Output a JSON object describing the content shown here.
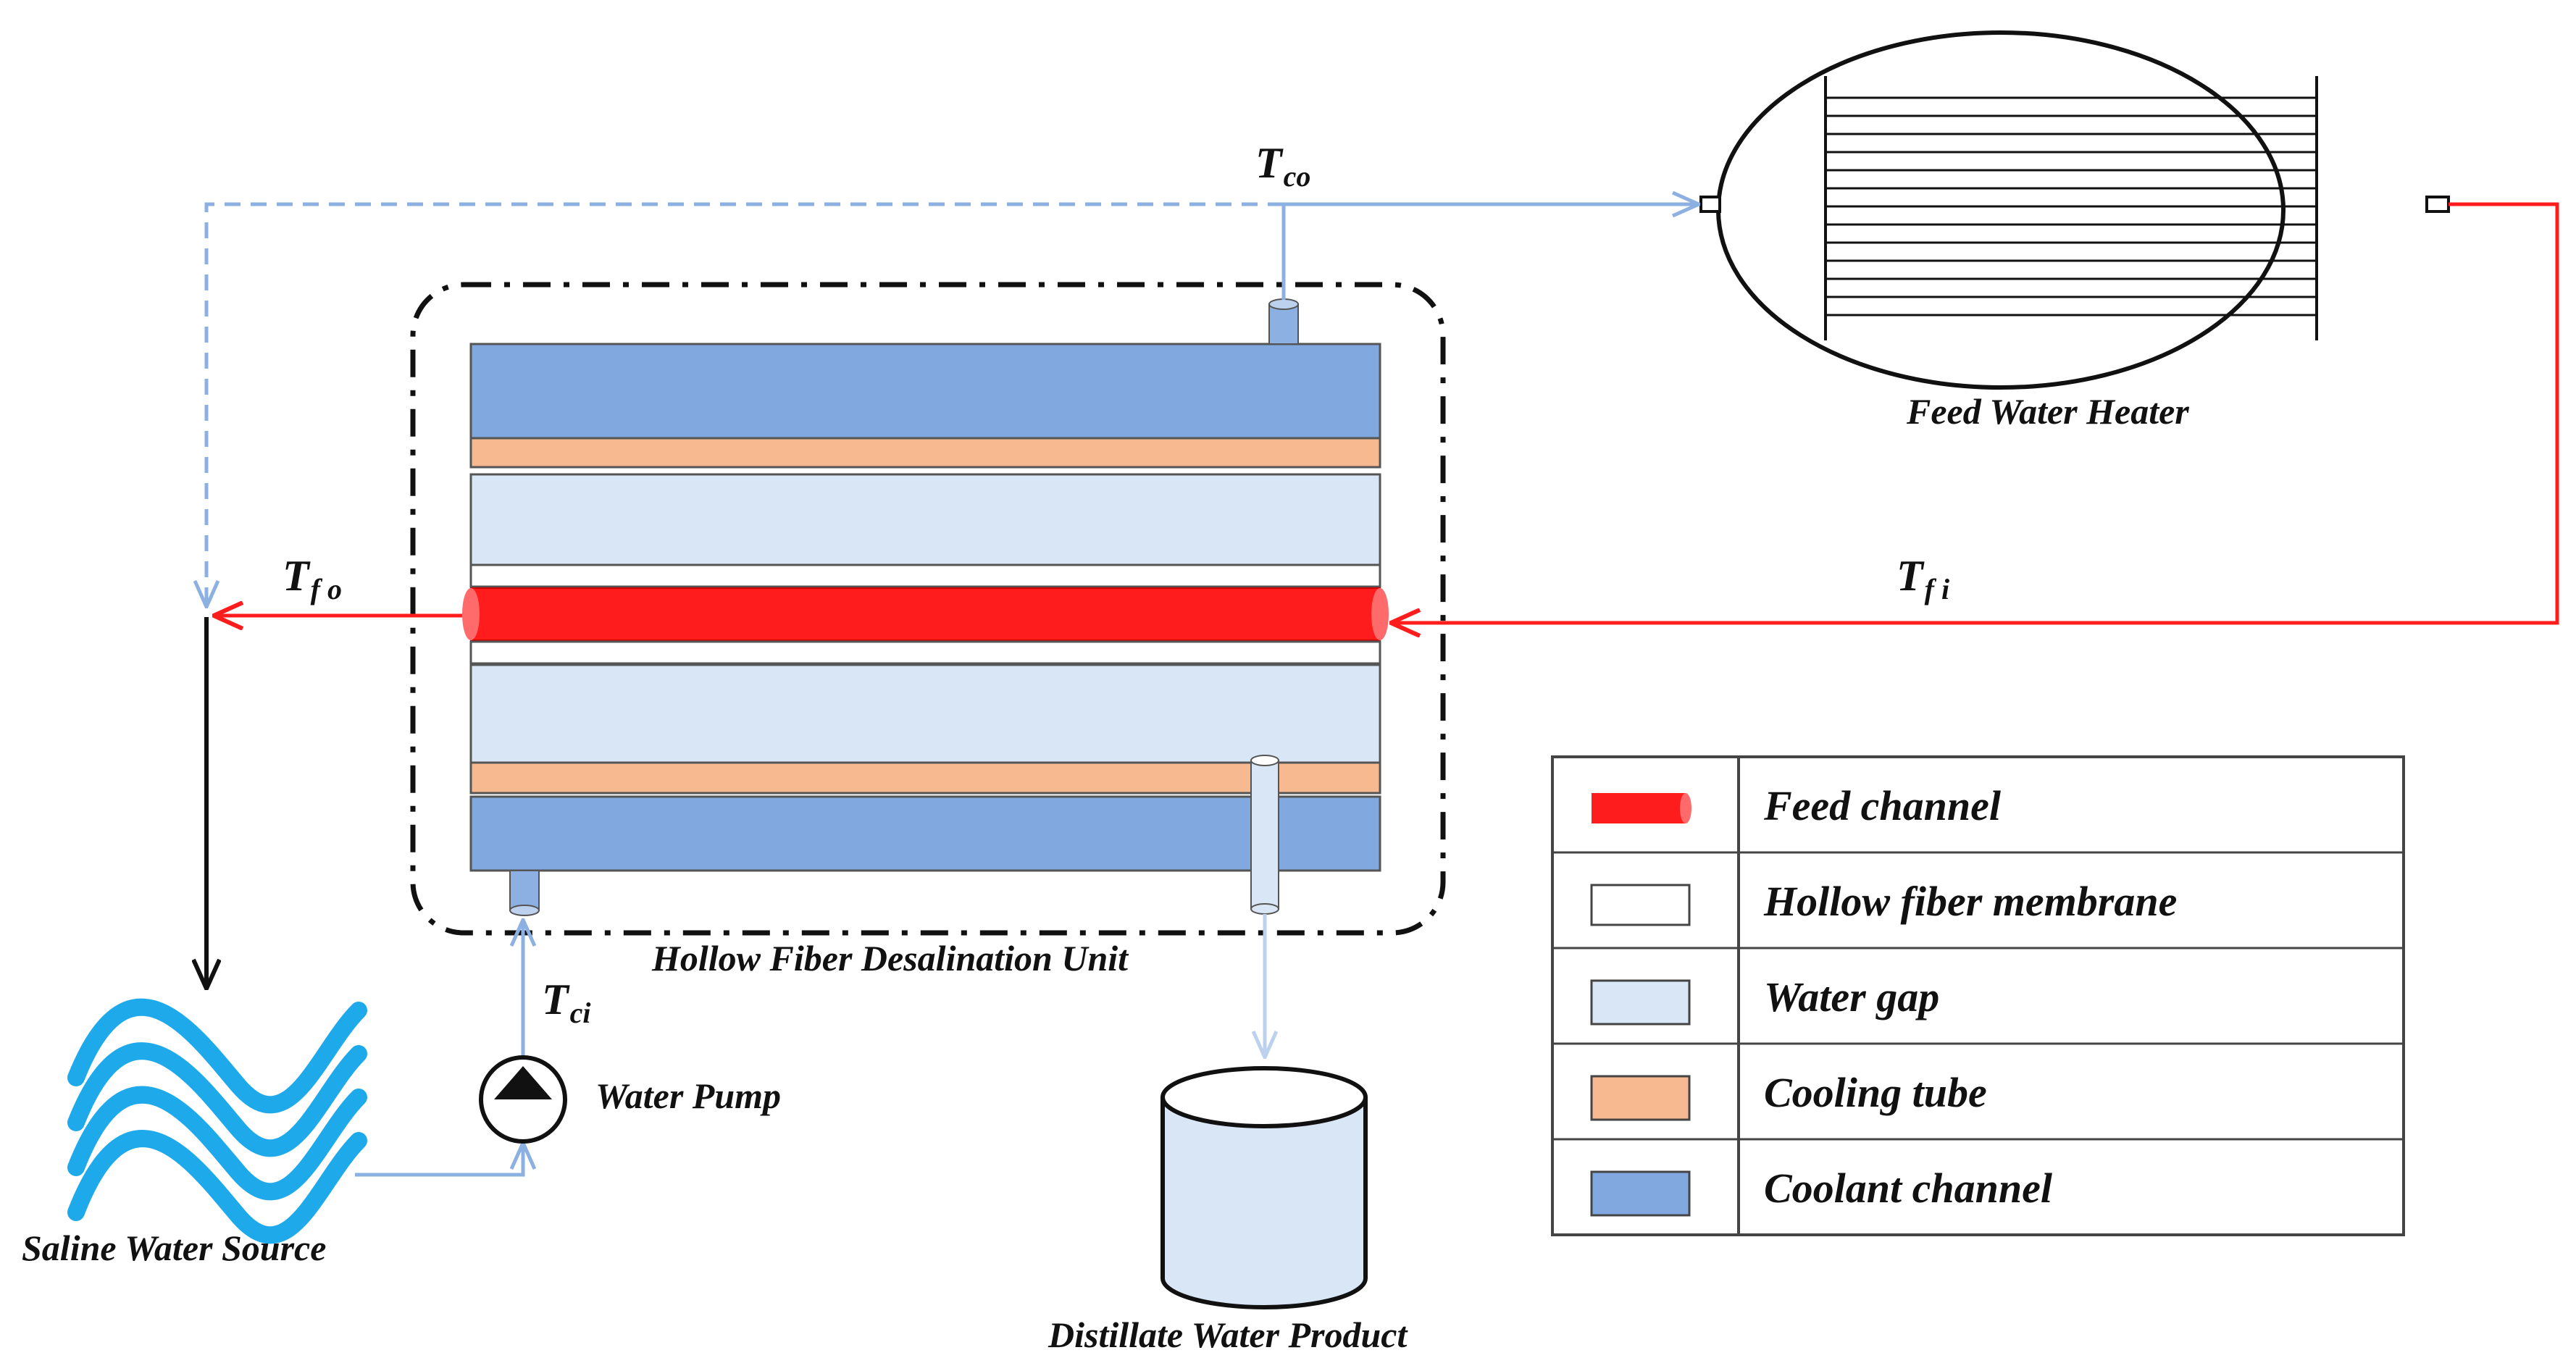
{
  "colors": {
    "feed": "#ff1c1c",
    "coolant": "#82a9df",
    "cooling_tube": "#f7b98f",
    "water_gap": "#d9e6f6",
    "membrane": "#ffffff",
    "pipe_blue": "#8db0e2",
    "pipe_light": "#bcd1ee",
    "saline_wave": "#1ea9ea"
  },
  "labels": {
    "unit": "Hollow Fiber Desalination Unit",
    "heater": "Feed Water  Heater",
    "pump": "Water Pump",
    "source": "Saline Water Source",
    "product": "Distillate Water Product"
  },
  "temperatures": {
    "t_co": {
      "main": "T",
      "sub": "co"
    },
    "t_fo": {
      "main": "T",
      "sub": "f o"
    },
    "t_fi": {
      "main": "T",
      "sub": "f i"
    },
    "t_ci": {
      "main": "T",
      "sub": "ci"
    }
  },
  "legend": [
    {
      "label": "Feed channel",
      "icon": "feed-channel-swatch"
    },
    {
      "label": "Hollow fiber membrane",
      "icon": "membrane-swatch"
    },
    {
      "label": "Water gap",
      "icon": "water-gap-swatch"
    },
    {
      "label": "Cooling tube",
      "icon": "cooling-tube-swatch"
    },
    {
      "label": "Coolant channel",
      "icon": "coolant-channel-swatch"
    }
  ]
}
